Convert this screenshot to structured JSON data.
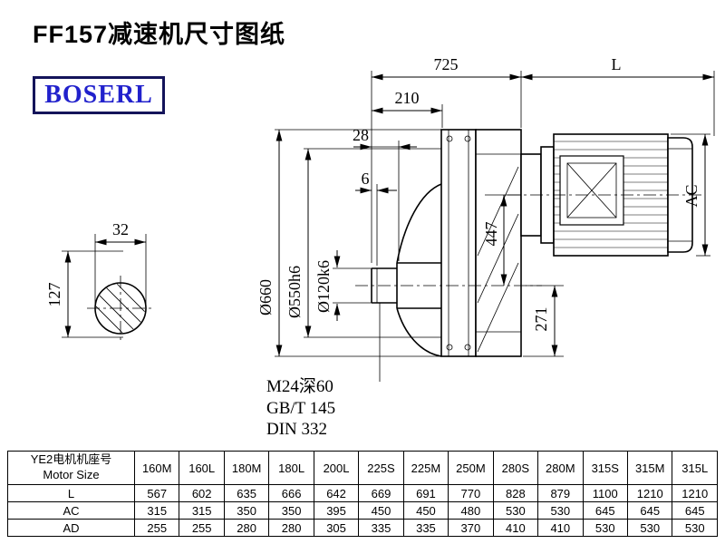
{
  "title": "FF157减速机尺寸图纸",
  "logo": "BOSERL",
  "drawing": {
    "dim_32": "32",
    "dim_127": "127",
    "dim_725": "725",
    "dim_L": "L",
    "dim_210": "210",
    "dim_28": "28",
    "dim_6": "6",
    "dia_660": "Ø660",
    "dia_550": "Ø550h6",
    "dia_120": "Ø120k6",
    "dim_447": "447",
    "dim_271": "271",
    "dim_AC": "AC",
    "thread_spec": "M24深60",
    "standard_gb": "GB/T 145",
    "standard_din": "DIN 332"
  },
  "table": {
    "header_cn": "YE2电机机座号",
    "header_en": "Motor Size",
    "columns": [
      "160M",
      "160L",
      "180M",
      "180L",
      "200L",
      "225S",
      "225M",
      "250M",
      "280S",
      "280M",
      "315S",
      "315M",
      "315L"
    ],
    "rows": [
      {
        "label": "L",
        "values": [
          "567",
          "602",
          "635",
          "666",
          "642",
          "669",
          "691",
          "770",
          "828",
          "879",
          "1100",
          "1210",
          "1210"
        ]
      },
      {
        "label": "AC",
        "values": [
          "315",
          "315",
          "350",
          "350",
          "395",
          "450",
          "450",
          "480",
          "530",
          "530",
          "645",
          "645",
          "645"
        ]
      },
      {
        "label": "AD",
        "values": [
          "255",
          "255",
          "280",
          "280",
          "305",
          "335",
          "335",
          "370",
          "410",
          "410",
          "530",
          "530",
          "530"
        ]
      }
    ]
  }
}
